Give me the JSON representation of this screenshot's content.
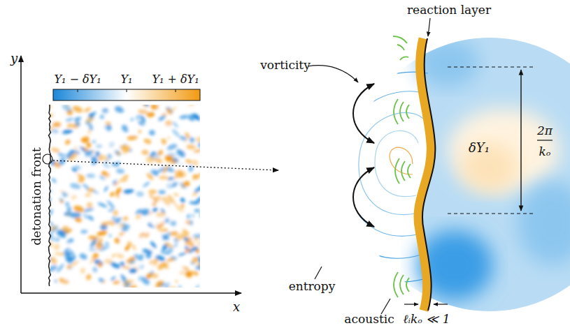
{
  "diagram": {
    "labels": [
      "Y₁ − δY₁",
      "Y₁",
      "Y₁ + δY₁",
      "y",
      "x",
      "detonation front",
      "vorticity",
      "reaction layer",
      "entropy",
      "acoustic",
      "ℓᵢkₒ ≪ 1",
      "2π",
      "kₒ",
      "δY₁"
    ]
  }
}
